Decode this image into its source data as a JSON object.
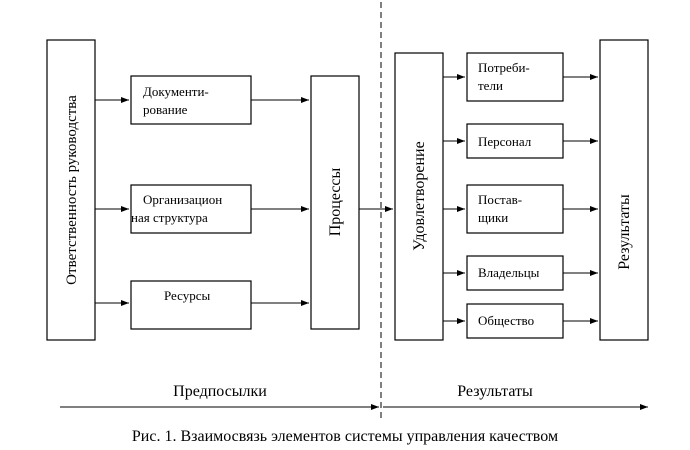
{
  "diagram": {
    "left_block": {
      "responsibility": "Ответственность  руководства",
      "documenting": [
        "Документи-",
        "рование"
      ],
      "org_structure": [
        "Организацион",
        "ная структура"
      ],
      "resources": "Ресурсы",
      "processes": "Процессы"
    },
    "right_block": {
      "satisfaction": "Удовлетворение",
      "consumers": [
        "Потреби-",
        "тели"
      ],
      "personnel": "Персонал",
      "suppliers": [
        "Постав-",
        "щики"
      ],
      "owners": "Владельцы",
      "society": "Общество",
      "results_box": "Результаты"
    },
    "bottom": {
      "prerequisites": "Предпосылки",
      "results": "Результаты"
    },
    "caption": "Рис. 1. Взаимосвязь элементов системы управления качеством"
  }
}
